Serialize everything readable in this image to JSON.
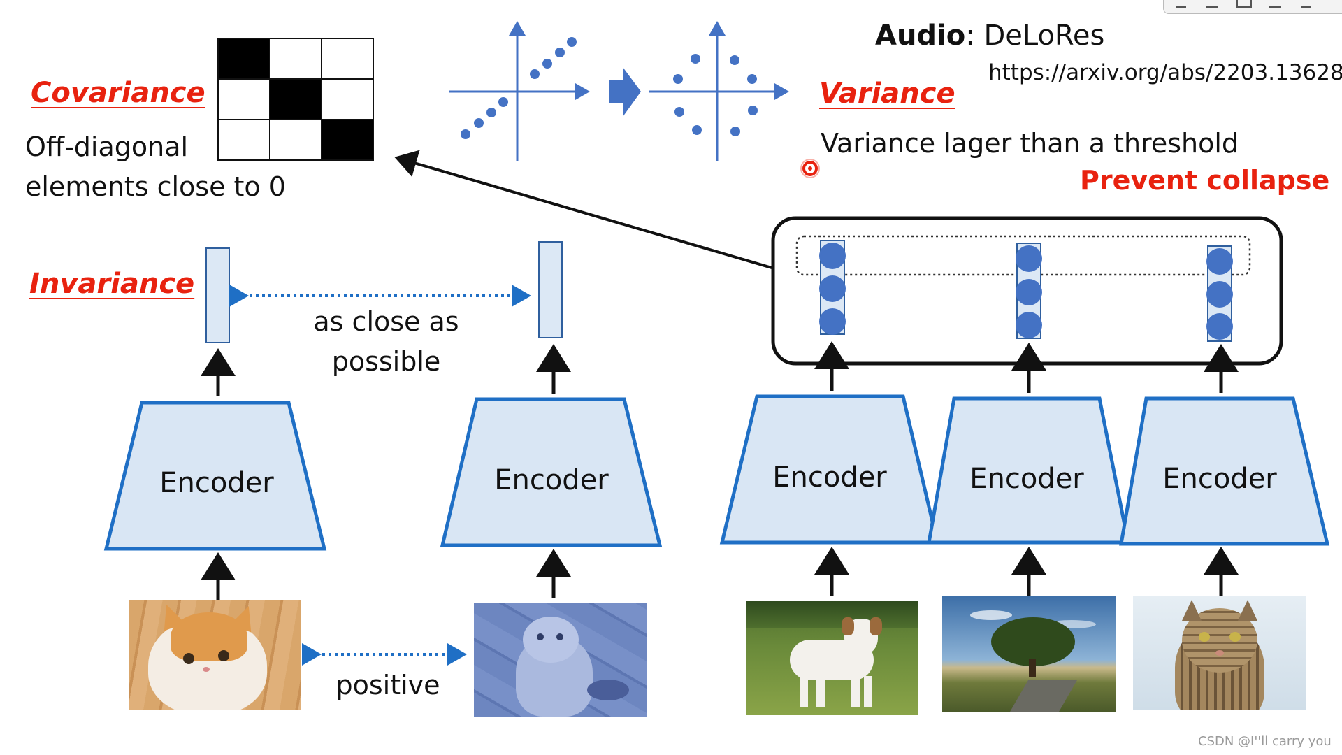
{
  "covariance": {
    "title": "Covariance",
    "description_line1": "Off-diagonal",
    "description_line2": "elements close to 0"
  },
  "variance": {
    "title": "Variance",
    "description": "Variance lager than a threshold",
    "callout": "Prevent collapse"
  },
  "invariance": {
    "title": "Invariance",
    "close_label_line1": "as close as",
    "close_label_line2": "possible",
    "positive_label": "positive"
  },
  "audio": {
    "label_bold": "Audio",
    "label_rest": ": DeLoRes",
    "url": "https://arxiv.org/abs/2203.13628"
  },
  "encoders": {
    "label": "Encoder",
    "count": 5
  },
  "images": [
    {
      "name": "cat-photo-original",
      "subject": "orange-white cat"
    },
    {
      "name": "cat-photo-augmented",
      "subject": "blue-tinted cat"
    },
    {
      "name": "dog-photo",
      "subject": "white dog on grass"
    },
    {
      "name": "tree-photo",
      "subject": "tree landscape"
    },
    {
      "name": "tabby-cat-photo",
      "subject": "tabby cat"
    }
  ],
  "watermark": "CSDN @I''ll  carry  you",
  "colors": {
    "accent_red": "#e8220f",
    "encoder_fill": "#d9e6f4",
    "encoder_stroke": "#1f6fc5",
    "dot_blue": "#4472c4",
    "dotted_arrow": "#1f6fc5"
  },
  "covariance_matrix": [
    [
      1,
      0,
      0
    ],
    [
      0,
      1,
      0
    ],
    [
      0,
      0,
      1
    ]
  ]
}
